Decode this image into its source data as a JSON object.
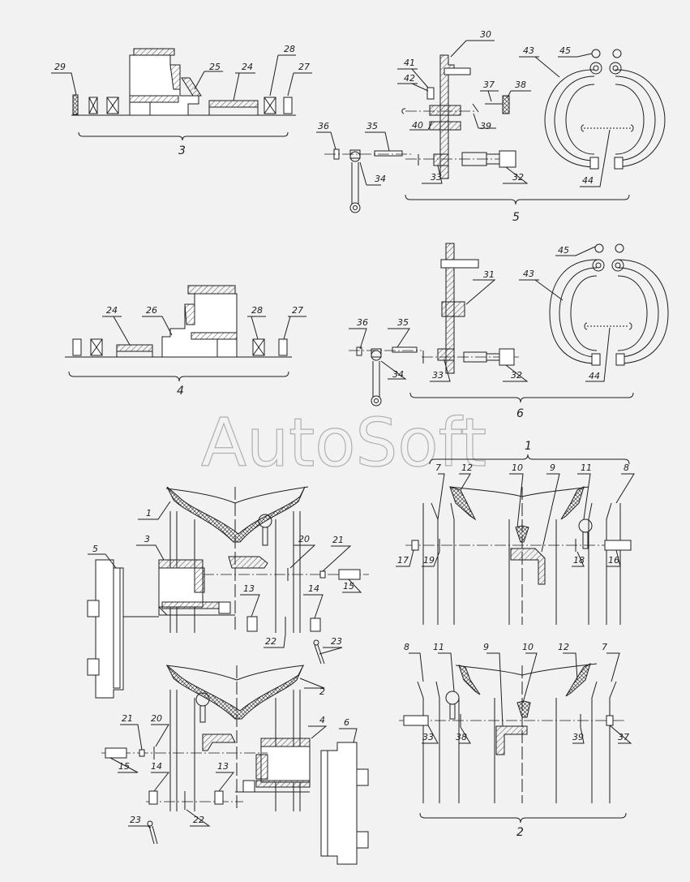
{
  "watermark": "AutoSoft",
  "callouts": {
    "c29": "29",
    "c25": "25",
    "c24a": "24",
    "c28a": "28",
    "c27a": "27",
    "c41": "41",
    "c30a": "30",
    "c42": "42",
    "c40": "40",
    "c37a": "37",
    "c38a": "38",
    "c39a": "39",
    "c36a": "36",
    "c35a": "35",
    "c34a": "34",
    "c33a": "33",
    "c32a": "32",
    "c43a": "43",
    "c45a": "45",
    "c44a": "44",
    "c24b": "24",
    "c26": "26",
    "c28b": "28",
    "c27b": "27",
    "c45b": "45",
    "c43b": "43",
    "c31": "31",
    "c36b": "36",
    "c35b": "35",
    "c34b": "34",
    "c33b": "33",
    "c32b": "32",
    "c44b": "44",
    "c1a": "1",
    "c5": "5",
    "c3a": "3",
    "c20a": "20",
    "c21a": "21",
    "c15a": "15",
    "c13a": "13",
    "c14a": "14",
    "c22a": "22",
    "c23a": "23",
    "c7a": "7",
    "c12a": "12",
    "c10a": "10",
    "c9a": "9",
    "c11a": "11",
    "c8a": "8",
    "c17": "17",
    "c19": "19",
    "c18": "18",
    "c16": "16",
    "c2a": "2",
    "c4": "4",
    "c6": "6",
    "c21b": "21",
    "c20b": "20",
    "c15b": "15",
    "c14b": "14",
    "c13b": "13",
    "c22b": "22",
    "c23b": "23",
    "c8b": "8",
    "c11b": "11",
    "c9b": "9",
    "c10b": "10",
    "c12b": "12",
    "c7b": "7",
    "c33c": "33",
    "c38b": "38",
    "c39b": "39",
    "c37b": "37"
  },
  "groups": {
    "g3": "3",
    "g5": "5",
    "g4": "4",
    "g6": "6",
    "g1": "1",
    "g2": "2"
  }
}
